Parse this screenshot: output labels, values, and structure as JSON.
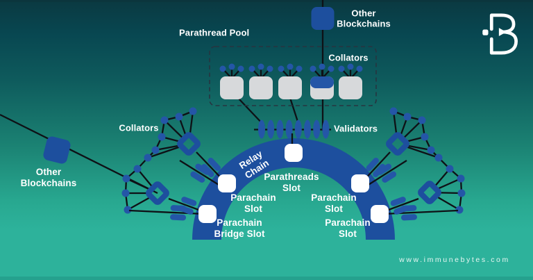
{
  "colors": {
    "blue": "#1d4f9e",
    "blue_light": "#2456a7",
    "gray_block": "#d7d9db",
    "line": "#0e1116",
    "white": "#ffffff",
    "dashed_border": "#273440"
  },
  "labels": {
    "other_blockchains_top": "Other Blockchains",
    "parathread_pool": "Parathread Pool",
    "pool_collators": "Collators",
    "validators": "Validators",
    "left_collators": "Collators",
    "other_blockchains_left": "Other Blockchains",
    "relay_chain": "Relay Chain"
  },
  "slots": [
    {
      "id": "parathreads-slot",
      "label": "Parathreads Slot"
    },
    {
      "id": "parachain-slot-left",
      "label": "Parachain Slot"
    },
    {
      "id": "parachain-bridge-slot",
      "label": "Parachain Bridge Slot"
    },
    {
      "id": "parachain-slot-right",
      "label": "Parachain Slot"
    },
    {
      "id": "parachain-slot-bottom-right",
      "label": "Parachain Slot"
    }
  ],
  "counts": {
    "parathread_blocks": 5,
    "collator_dots_per_block": 3,
    "validator_pills": 8,
    "parachain_clusters": 4,
    "relay_slots": 5
  },
  "icons": {
    "brand_logo": "immunebytes-ib-monogram",
    "blockchain_block": "rounded-square",
    "collator_node": "dot",
    "parachain_network": "diamond-ring",
    "validator": "vertical-pill"
  },
  "footer": {
    "website": "www.immunebytes.com"
  }
}
